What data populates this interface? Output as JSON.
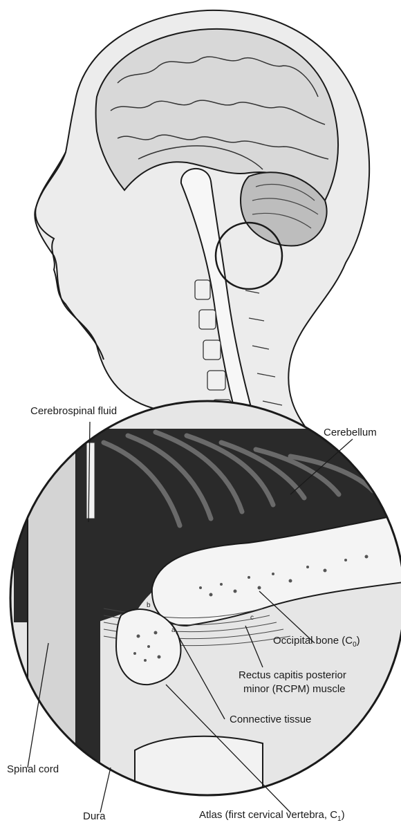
{
  "labels": {
    "cerebrospinal_fluid": "Cerebrospinal fluid",
    "cerebellum": "Cerebellum",
    "occipital_bone": "Occipital bone (C",
    "occipital_bone_sub": "0",
    "occipital_bone_close": ")",
    "rcpm_line1": "Rectus capitis posterior",
    "rcpm_line2": "minor (RCPM) muscle",
    "connective_tissue": "Connective tissue",
    "spinal_cord": "Spinal cord",
    "dura": "Dura",
    "atlas": "Atlas (first cervical vertebra, C",
    "atlas_sub": "1",
    "atlas_close": ")"
  },
  "markers": {
    "a": "a",
    "b": "b",
    "c": "c"
  },
  "colors": {
    "ink": "#1a1a1a",
    "paper": "#ffffff",
    "dark_fill": "#2a2a2a",
    "shade": "#cfcfcf"
  }
}
